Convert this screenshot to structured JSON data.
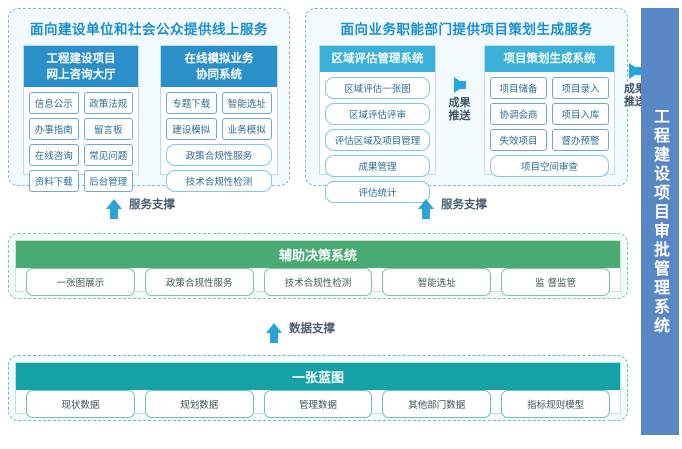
{
  "sidebar": {
    "title": "工程建设项目审批管理系统",
    "color": "#5986c4"
  },
  "panels": [
    {
      "id": "public-service",
      "title": "面向建设单位和社会公众提供线上服务",
      "cards": [
        {
          "id": "consult-hall",
          "title_line1": "工程建设项目",
          "title_line2": "网上咨询大厅",
          "header_color": "#2b8fc9",
          "rows": [
            [
              "信息公示",
              "政策法规"
            ],
            [
              "办事指南",
              "留言板"
            ],
            [
              "在线咨询",
              "常见问题"
            ],
            [
              "资料下载",
              "后台管理"
            ]
          ]
        },
        {
          "id": "online-sim",
          "title_line1": "在线模拟业务",
          "title_line2": "协同系统",
          "header_color": "#2b8fc9",
          "rows": [
            [
              "专题下载",
              "智能选址"
            ],
            [
              "建设模拟",
              "业务模拟"
            ],
            [
              "政策合规性服务"
            ],
            [
              "技术合规性检测"
            ]
          ]
        }
      ]
    },
    {
      "id": "dept-service",
      "title": "面向业务职能部门提供项目策划生成服务",
      "cards": [
        {
          "id": "area-eval",
          "title_line1": "区域评估管理系统",
          "title_line2": "",
          "header_color": "#3bb0d8",
          "rows": [
            [
              "区域评估一张图"
            ],
            [
              "区域评估评审"
            ],
            [
              "评估区域及项目管理"
            ],
            [
              "成果管理"
            ],
            [
              "评估统计"
            ]
          ]
        },
        {
          "id": "proj-plan",
          "title_line1": "项目策划生成系统",
          "title_line2": "",
          "header_color": "#3bb0d8",
          "rows": [
            [
              "项目储备",
              "项目录入"
            ],
            [
              "协调会商",
              "项目入库"
            ],
            [
              "失效项目",
              "督办预警"
            ],
            [
              "项目空间审查"
            ]
          ]
        }
      ]
    }
  ],
  "push_inner": {
    "icon": "arrow-right-icon",
    "line1": "成果",
    "line2": "推送"
  },
  "push_outer": {
    "icon": "arrow-right-icon",
    "line1": "成果",
    "line2": "推送"
  },
  "support_left": {
    "icon": "arrow-up-icon",
    "label": "服务支撑"
  },
  "support_right": {
    "icon": "arrow-up-icon",
    "label": "服务支撑"
  },
  "support_data": {
    "icon": "arrow-up-icon",
    "label": "数据支撑"
  },
  "decision_band": {
    "title": "辅助决策系统",
    "header_color": "#4aab75",
    "items": [
      "一张图展示",
      "政策合规性服务",
      "技术合规性检测",
      "智能选址",
      "监 督监管"
    ]
  },
  "blueprint_band": {
    "title": "一张蓝图",
    "header_color": "#14a2a6",
    "items": [
      "现状数据",
      "规划数据",
      "管理数据",
      "其他部门数据",
      "指标规则模型"
    ]
  }
}
